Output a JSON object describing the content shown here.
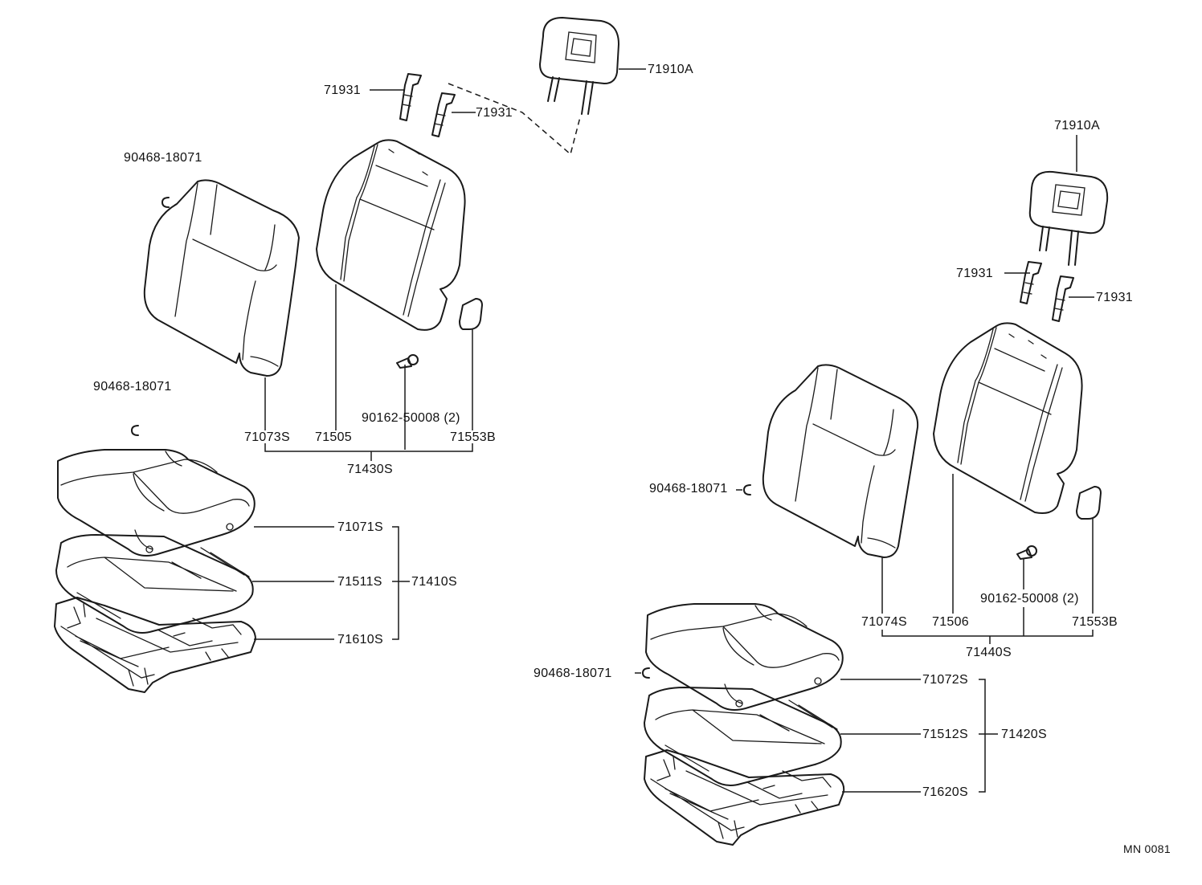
{
  "diagram_code": "MN 0081",
  "left_seat": {
    "headrest": "71910A",
    "support_left": "71931",
    "support_right": "71931",
    "back_clip": "90468-18071",
    "cushion_clip": "90468-18071",
    "back_cover": "71073S",
    "back_pad": "71505",
    "screw": "90162-50008 (2)",
    "recliner_cover": "71553B",
    "back_assy": "71430S",
    "cushion_cover": "71071S",
    "cushion_pad": "71511S",
    "cushion_assy": "71410S",
    "cushion_frame": "71610S"
  },
  "right_seat": {
    "headrest": "71910A",
    "support_left": "71931",
    "support_right": "71931",
    "back_clip": "90468-18071",
    "cushion_clip": "90468-18071",
    "back_cover": "71074S",
    "back_pad": "71506",
    "screw": "90162-50008 (2)",
    "recliner_cover": "71553B",
    "back_assy": "71440S",
    "cushion_cover": "71072S",
    "cushion_pad": "71512S",
    "cushion_assy": "71420S",
    "cushion_frame": "71620S"
  }
}
